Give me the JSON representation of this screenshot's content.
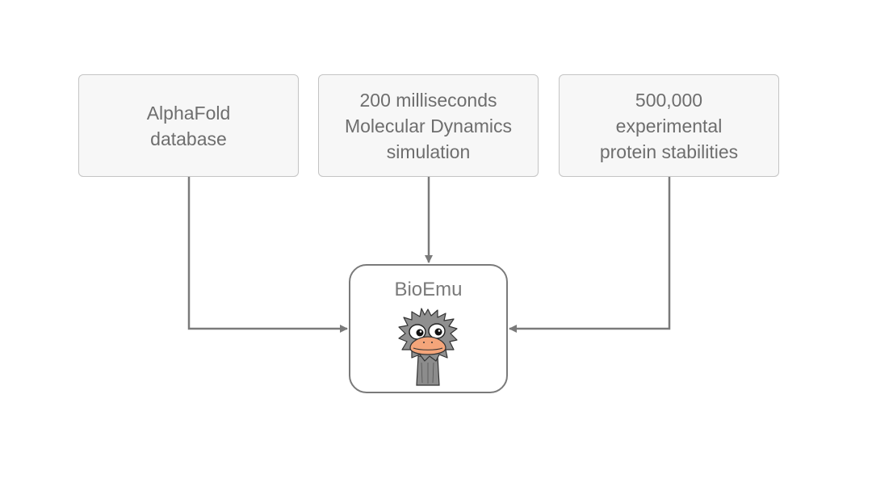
{
  "inputs": [
    {
      "lines": [
        "AlphaFold",
        "database"
      ]
    },
    {
      "lines": [
        "200 milliseconds",
        "Molecular Dynamics",
        "simulation"
      ]
    },
    {
      "lines": [
        "500,000",
        "experimental",
        "protein stabilities"
      ]
    }
  ],
  "output": {
    "title": "BioEmu",
    "icon": "emu-mascot-icon"
  },
  "colors": {
    "box_fill": "#f7f7f7",
    "box_border": "#c4c4c4",
    "text": "#6e6e6e",
    "arrow": "#7a7a7a",
    "beak": "#f4a57a"
  }
}
